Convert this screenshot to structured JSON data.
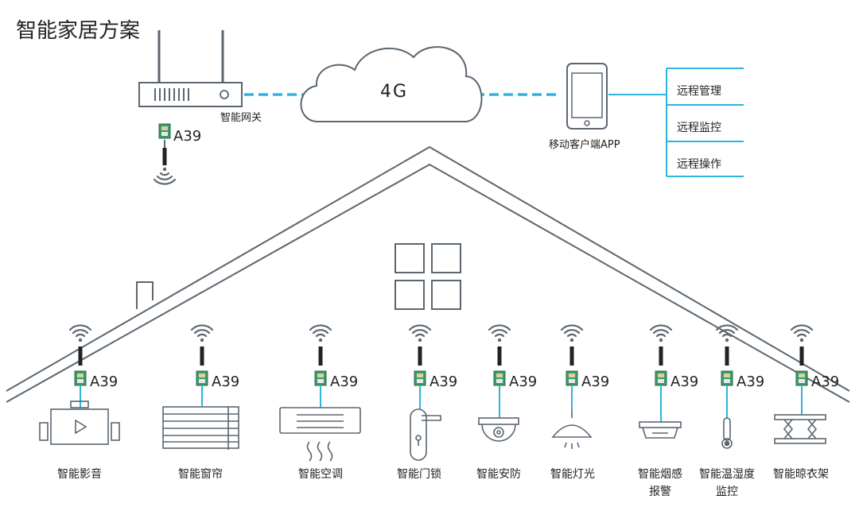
{
  "title": "智能家居方案",
  "gateway": {
    "label": "智能网关",
    "module": "A39"
  },
  "cloud": {
    "label": "4G"
  },
  "app": {
    "label": "移动客户端APP"
  },
  "remote_items": [
    "远程管理",
    "远程监控",
    "远程操作"
  ],
  "module_label": "A39",
  "devices": [
    {
      "id": "av",
      "label": "智能影音"
    },
    {
      "id": "curtain",
      "label": "智能窗帘"
    },
    {
      "id": "ac",
      "label": "智能空调"
    },
    {
      "id": "lock",
      "label": "智能门锁"
    },
    {
      "id": "security",
      "label": "智能安防"
    },
    {
      "id": "light",
      "label": "智能灯光"
    },
    {
      "id": "smoke",
      "label": "智能烟感",
      "label2": "报警"
    },
    {
      "id": "thermo",
      "label": "智能温湿度",
      "label2": "监控"
    },
    {
      "id": "rack",
      "label": "智能晾衣架"
    }
  ],
  "colors": {
    "line": "#5b6670",
    "accent": "#2bb5e0",
    "module_green": "#2e8b57",
    "text": "#222222"
  },
  "icons": {
    "gateway": "router-icon",
    "cloud": "cloud-icon",
    "phone": "smartphone-icon",
    "wifi": "wifi-signal-icon",
    "window": "window-icon"
  }
}
